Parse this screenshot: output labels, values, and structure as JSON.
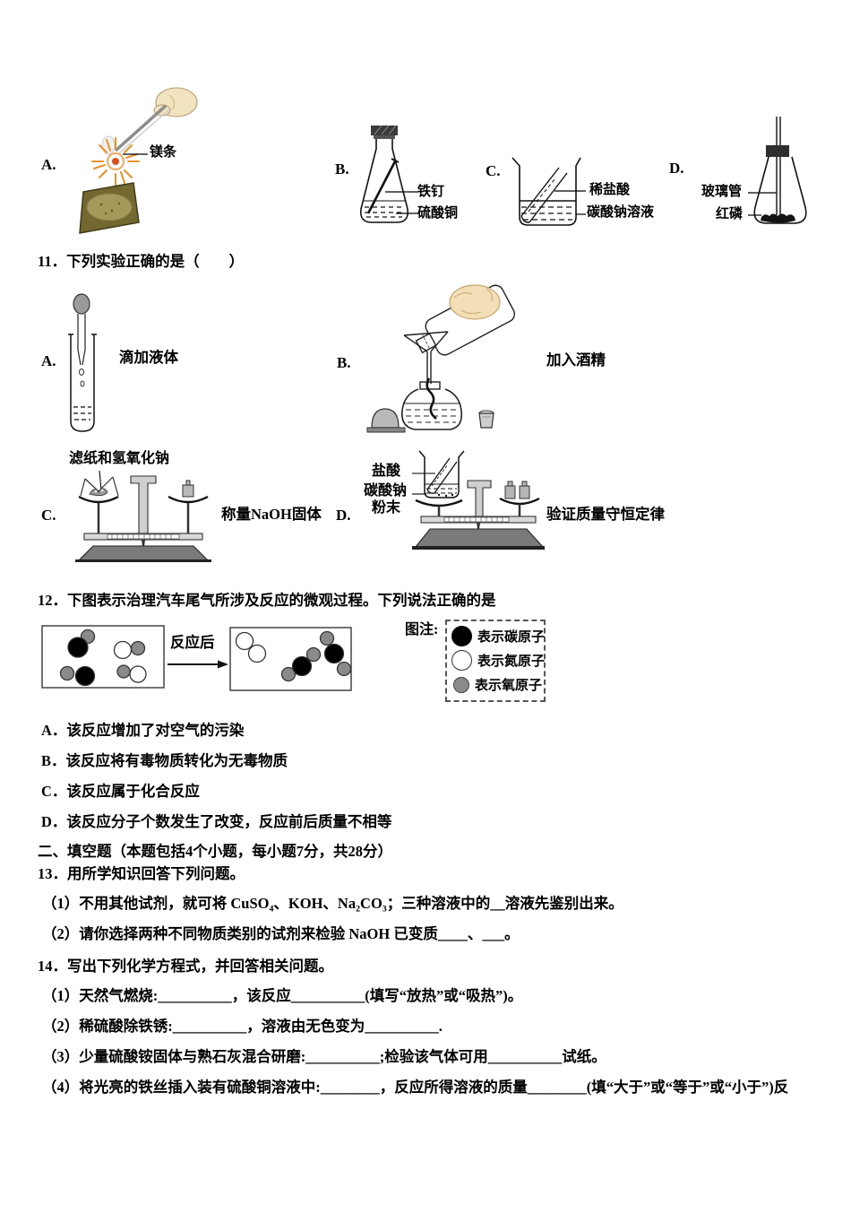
{
  "colors": {
    "text": "#000000",
    "carbon_black": "#000000",
    "nitrogen_white": "#ffffff",
    "oxygen_gray": "#8a8a8a"
  },
  "figures_row": {
    "a_letter": "A.",
    "a_label": "镁条",
    "b_letter": "B.",
    "b_label_nail": "铁钉",
    "b_label_cuso4": "硫酸铜",
    "c_letter": "C.",
    "c_label_acid": "稀盐酸",
    "c_label_solution": "碳酸钠溶液",
    "d_letter": "D.",
    "d_label_tube": "玻璃管",
    "d_label_phosphorus": "红磷"
  },
  "q11": {
    "title": "11．下列实验正确的是（　　）",
    "a_letter": "A.",
    "a_caption": "滴加液体",
    "b_letter": "B.",
    "b_caption": "加入酒精",
    "c_letter": "C.",
    "c_label": "滤纸和氢氧化钠",
    "c_caption": "称量NaOH固体",
    "d_letter": "D.",
    "d_label_line1": "盐酸",
    "d_label_line2": "碳酸钠",
    "d_label_line3": "粉末",
    "d_caption": "验证质量守恒定律"
  },
  "q12": {
    "title": "12．下图表示治理汽车尾气所涉及反应的微观过程。下列说法正确的是",
    "arrow_label": "反应后",
    "legend_title": "图注:",
    "legend": [
      {
        "symbol": "black-circle",
        "color": "#000000",
        "text": "表示碳原子"
      },
      {
        "symbol": "white-circle",
        "color": "#ffffff",
        "text": "表示氮原子"
      },
      {
        "symbol": "gray-circle",
        "color": "#8a8a8a",
        "text": "表示氧原子"
      }
    ],
    "options": [
      "A．该反应增加了对空气的污染",
      "B．该反应将有毒物质转化为无毒物质",
      "C．该反应属于化合反应",
      "D．该反应分子个数发生了改变，反应前后质量不相等"
    ]
  },
  "section2_title": "二、填空题（本题包括4个小题，每小题7分，共28分）",
  "q13": {
    "title": "13．用所学知识回答下列问题。",
    "items": [
      "（1）不用其他试剂，就可将 CuSO₄、KOH、Na₂CO₃；三种溶液中的__溶液先鉴别出来。",
      "（2）请你选择两种不同物质类别的试剂来检验 NaOH 已变质____、___。"
    ]
  },
  "q14": {
    "title": "14．写出下列化学方程式，并回答相关问题。",
    "items": [
      "（1）天然气燃烧:__________，该反应__________(填写“放热”或“吸热”)。",
      "（2）稀硫酸除铁锈:__________，溶液由无色变为__________.",
      "（3）少量硫酸铵固体与熟石灰混合研磨:__________;检验该气体可用__________试纸。",
      "（4）将光亮的铁丝插入装有硫酸铜溶液中:________，反应所得溶液的质量________(填“大于”或“等于”或“小于”)反"
    ]
  }
}
